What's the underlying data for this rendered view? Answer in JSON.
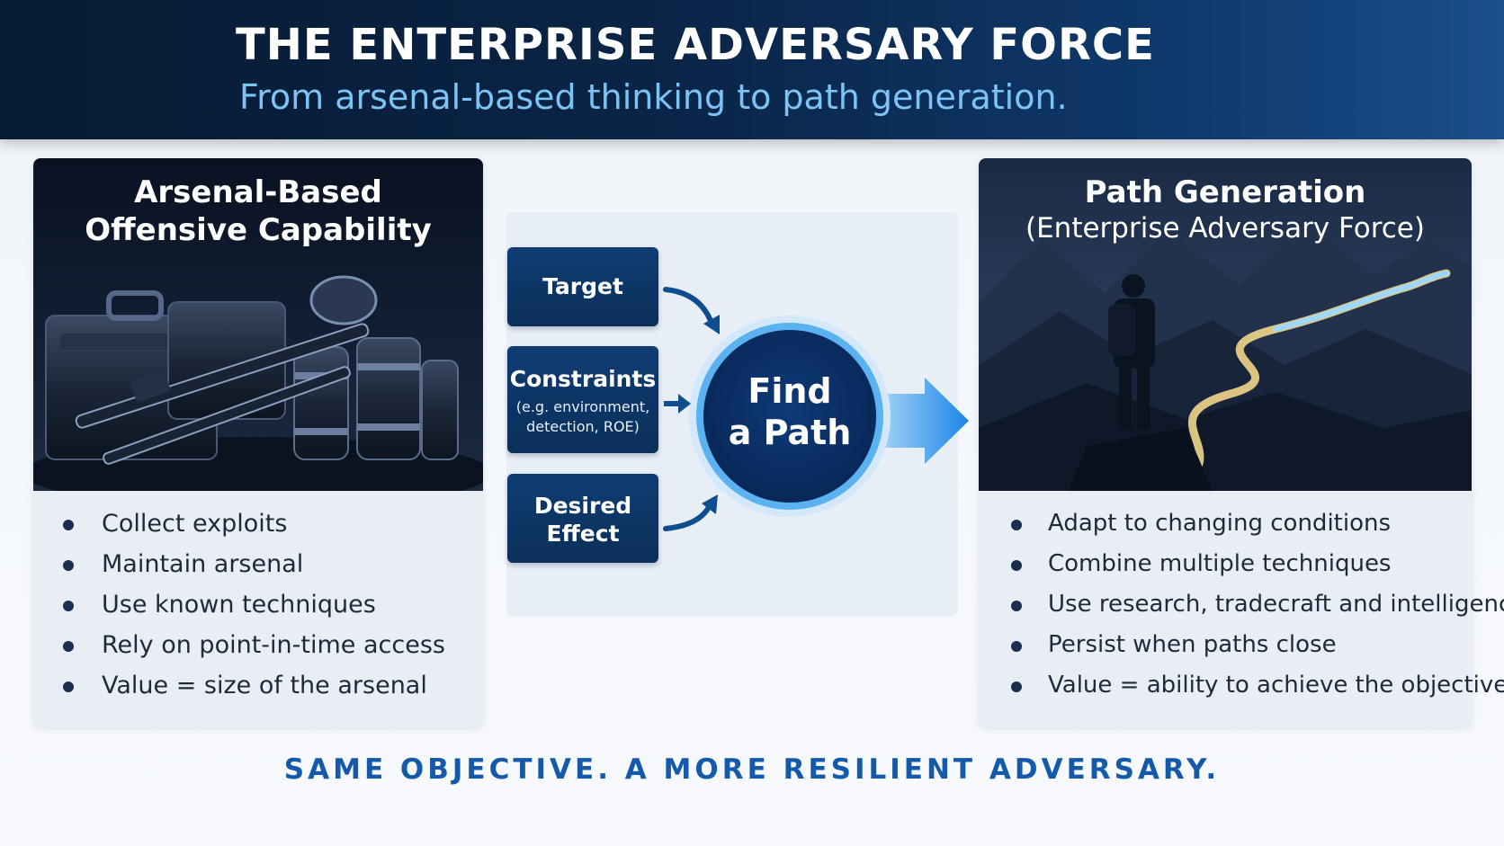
{
  "header": {
    "title": "THE ENTERPRISE ADVERSARY FORCE",
    "subtitle": "From arsenal-based thinking to path generation."
  },
  "left_panel": {
    "heading_line1": "Arsenal-Based",
    "heading_line2": "Offensive Capability",
    "bullets": [
      "Collect exploits",
      "Maintain arsenal",
      "Use known techniques",
      "Rely on point-in-time access",
      "Value = size of the arsenal"
    ]
  },
  "center": {
    "inputs": {
      "target": "Target",
      "constraints": "Constraints",
      "constraints_note": "(e.g. environment, detection, ROE)",
      "effect_line1": "Desired",
      "effect_line2": "Effect"
    },
    "hub_line1": "Find",
    "hub_line2": "a Path"
  },
  "right_panel": {
    "heading_line1": "Path Generation",
    "heading_line2": "(Enterprise Adversary Force)",
    "bullets": [
      "Adapt to changing conditions",
      "Combine multiple techniques",
      "Use research, tradecraft and intelligence",
      "Persist when paths close",
      "Value = ability to achieve the objective"
    ]
  },
  "footer": {
    "tagline": "SAME OBJECTIVE. A MORE RESILIENT ADVERSARY."
  },
  "colors": {
    "header_dark": "#071a33",
    "accent_blue": "#1559ab",
    "subtitle_blue": "#7cc4f5",
    "box_navy": "#0f3d72"
  }
}
